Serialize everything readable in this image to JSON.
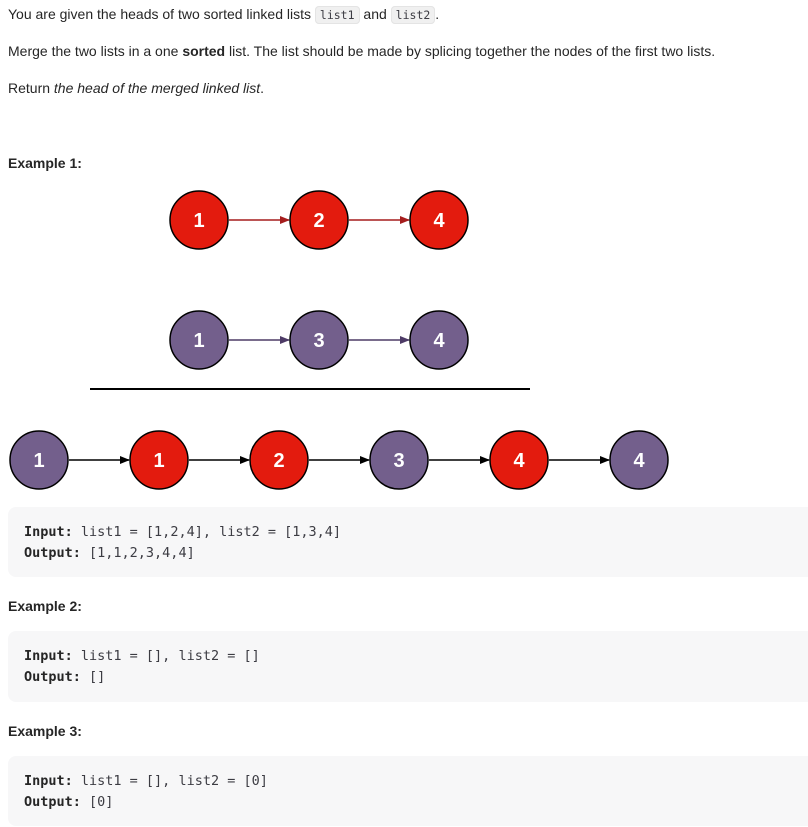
{
  "problem": {
    "line1": {
      "before": "You are given the heads of two sorted linked lists ",
      "code1": "list1",
      "mid": " and ",
      "code2": "list2",
      "after": "."
    },
    "line2": {
      "before": "Merge the two lists in a one ",
      "bold": "sorted",
      "after": " list. The list should be made by splicing together the nodes of the first two lists."
    },
    "line3": {
      "before": "Return ",
      "italic": "the head of the merged linked list",
      "after": "."
    }
  },
  "colors": {
    "red_node": "#e31b0e",
    "purple_node": "#735f8c",
    "red_arrow": "#a51d1d",
    "purple_arrow": "#4d3b66",
    "black_arrow": "#000000"
  },
  "diagram": {
    "list1": [
      {
        "label": "1",
        "color": "red"
      },
      {
        "label": "2",
        "color": "red"
      },
      {
        "label": "4",
        "color": "red"
      }
    ],
    "list2": [
      {
        "label": "1",
        "color": "purple"
      },
      {
        "label": "3",
        "color": "purple"
      },
      {
        "label": "4",
        "color": "purple"
      }
    ],
    "merged": [
      {
        "label": "1",
        "color": "purple"
      },
      {
        "label": "1",
        "color": "red"
      },
      {
        "label": "2",
        "color": "red"
      },
      {
        "label": "3",
        "color": "purple"
      },
      {
        "label": "4",
        "color": "red"
      },
      {
        "label": "4",
        "color": "purple"
      }
    ]
  },
  "examples": [
    {
      "heading": "Example 1:",
      "input_label": "Input:",
      "input_value": " list1 = [1,2,4], list2 = [1,3,4]",
      "output_label": "Output:",
      "output_value": " [1,1,2,3,4,4]"
    },
    {
      "heading": "Example 2:",
      "input_label": "Input:",
      "input_value": " list1 = [], list2 = []",
      "output_label": "Output:",
      "output_value": " []"
    },
    {
      "heading": "Example 3:",
      "input_label": "Input:",
      "input_value": " list1 = [], list2 = [0]",
      "output_label": "Output:",
      "output_value": " [0]"
    }
  ]
}
